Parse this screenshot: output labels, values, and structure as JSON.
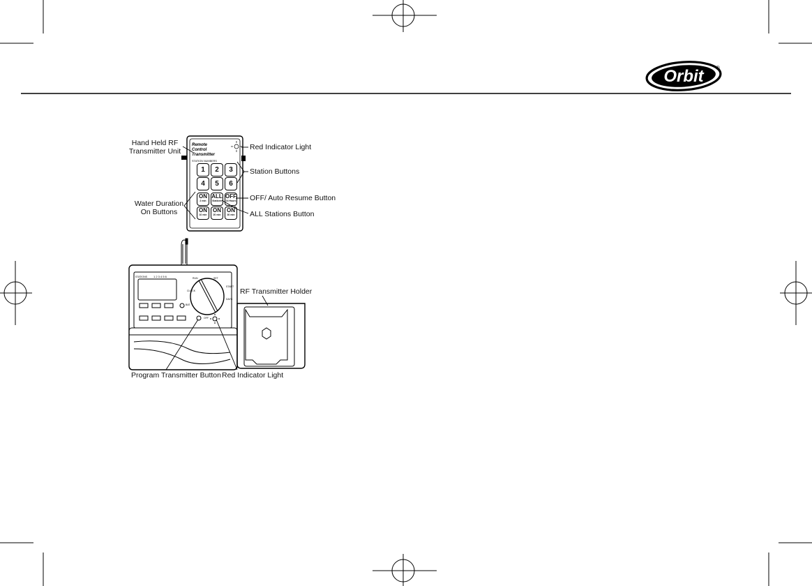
{
  "brand": {
    "logo_text": "Orbit",
    "registered_mark": "®"
  },
  "remote": {
    "title_lines": [
      "Remote",
      "Control",
      "Transmitter"
    ],
    "subtitle": "STATION NUMBERS",
    "station_buttons": [
      "1",
      "2",
      "3",
      "4",
      "5",
      "6"
    ],
    "on_buttons": [
      {
        "label": "ON",
        "sub": "2 min"
      },
      {
        "label": "ON",
        "sub": "10 min"
      },
      {
        "label": "ON",
        "sub": "20 min"
      },
      {
        "label": "ON",
        "sub": "30 min"
      }
    ],
    "all_button": {
      "label": "ALL",
      "sub": "Stations"
    },
    "off_button": {
      "label": "OFF",
      "sub": "24 Hours"
    }
  },
  "callouts": {
    "hand_held_line1": "Hand Held RF",
    "hand_held_line2": "Transmitter Unit",
    "red_indicator_top": "Red Indicator Light",
    "station_buttons": "Station Buttons",
    "off_auto_resume": "OFF/ Auto Resume Button",
    "all_stations": "ALL Stations Button",
    "water_duration_line1": "Water Duration",
    "water_duration_line2": "On Buttons",
    "rf_holder": "RF Transmitter Holder",
    "program_transmitter": "Program Transmitter Button",
    "red_indicator_bottom": "Red Indicator Light"
  },
  "controller": {
    "dial_label": "OFF"
  }
}
